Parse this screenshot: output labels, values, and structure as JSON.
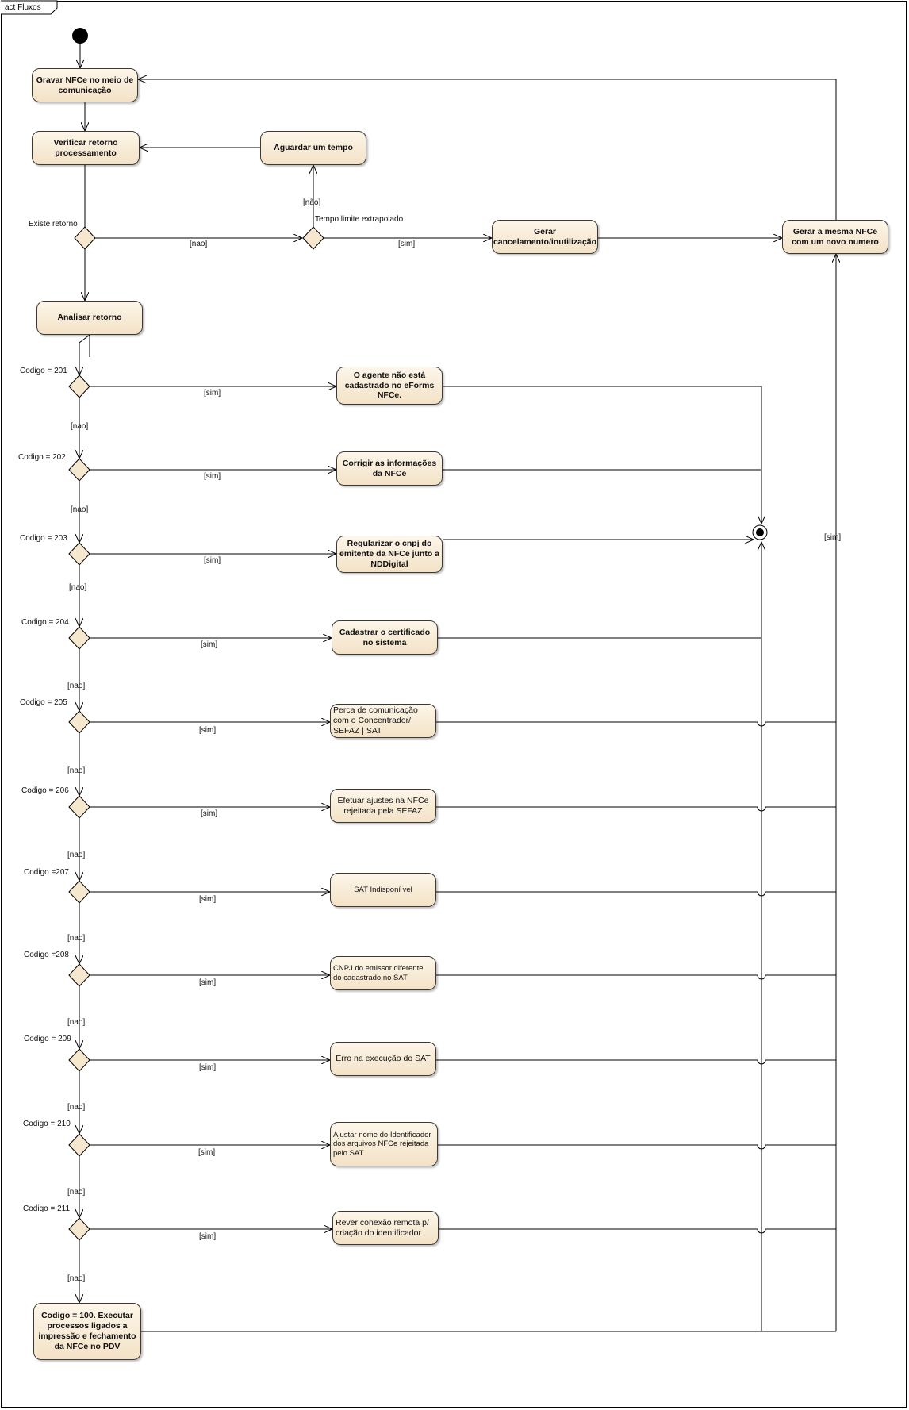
{
  "frame": {
    "title": "act Fluxos"
  },
  "actions": {
    "gravar": "Gravar NFCe no meio de comunicação",
    "verificar": "Verificar retorno processamento",
    "aguardar": "Aguardar um tempo",
    "gerar_canc": "Gerar cancelamento/inutilização",
    "gerar_mesma": "Gerar a mesma NFCe com um novo numero",
    "analisar": "Analisar retorno",
    "r201": "O agente não está cadastrado no eForms NFCe.",
    "r202": "Corrigir as informações da NFCe",
    "r203": "Regularizar o cnpj do emitente da NFCe junto a NDDigital",
    "r204": "Cadastrar o certificado no sistema",
    "r205": "Perca de comunicação com o Concentrador/ SEFAZ | SAT",
    "r206": "Efetuar ajustes na NFCe rejeitada pela SEFAZ",
    "r207": "SAT Indisponí vel",
    "r208": "CNPJ do emissor diferente do cadastrado no SAT",
    "r209": "Erro na execução do SAT",
    "r210": "Ajustar nome do Identificador dos arquivos NFCe rejeitada pelo SAT",
    "r211": "Rever conexão remota p/ criação do identificador",
    "r100": "Codigo = 100. Executar processos ligados a impressão e fechamento da NFCe no PDV"
  },
  "decision_labels": {
    "existe": "Existe retorno",
    "tempo": "Tempo limite extrapolado",
    "c201": "Codigo = 201",
    "c202": "Codigo = 202",
    "c203": "Codigo = 203",
    "c204": "Codigo = 204",
    "c205": "Codigo = 205",
    "c206": "Codigo = 206",
    "c207": "Codigo =207",
    "c208": "Codigo =208",
    "c209": "Codigo = 209",
    "c210": "Codigo = 210",
    "c211": "Codigo = 211"
  },
  "guards": {
    "sim": "[sim]",
    "nao": "[nao]",
    "nao_accent": "[não]"
  },
  "colors": {
    "node_fill_top": "#fdf6ea",
    "node_fill_bottom": "#f3e2c6",
    "line": "#000000"
  }
}
